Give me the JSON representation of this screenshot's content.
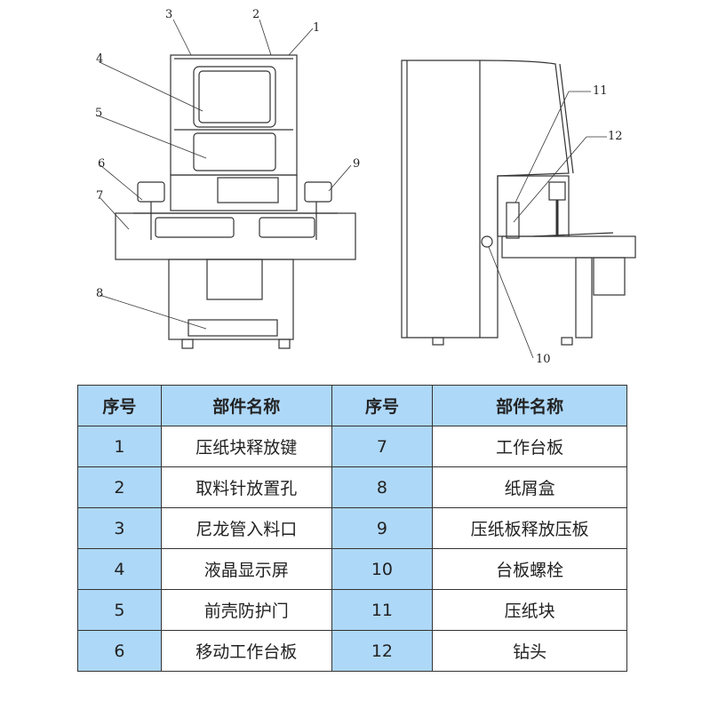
{
  "diagram_labels": [
    "1",
    "2",
    "3",
    "4",
    "5",
    "6",
    "7",
    "8",
    "9",
    "10",
    "11",
    "12"
  ],
  "table": {
    "headers": [
      "序号",
      "部件名称",
      "序号",
      "部件名称"
    ],
    "rows": [
      {
        "n1": "1",
        "p1": "压纸块释放键",
        "n2": "7",
        "p2": "工作台板"
      },
      {
        "n1": "2",
        "p1": "取料针放置孔",
        "n2": "8",
        "p2": "纸屑盒"
      },
      {
        "n1": "3",
        "p1": "尼龙管入料口",
        "n2": "9",
        "p2": "压纸板释放压板"
      },
      {
        "n1": "4",
        "p1": "液晶显示屏",
        "n2": "10",
        "p2": "台板螺栓"
      },
      {
        "n1": "5",
        "p1": "前壳防护门",
        "n2": "11",
        "p2": "压纸块"
      },
      {
        "n1": "6",
        "p1": "移动工作台板",
        "n2": "12",
        "p2": "钻头"
      }
    ]
  },
  "colors": {
    "header_bg": "#aed8f8",
    "line": "#333333"
  }
}
